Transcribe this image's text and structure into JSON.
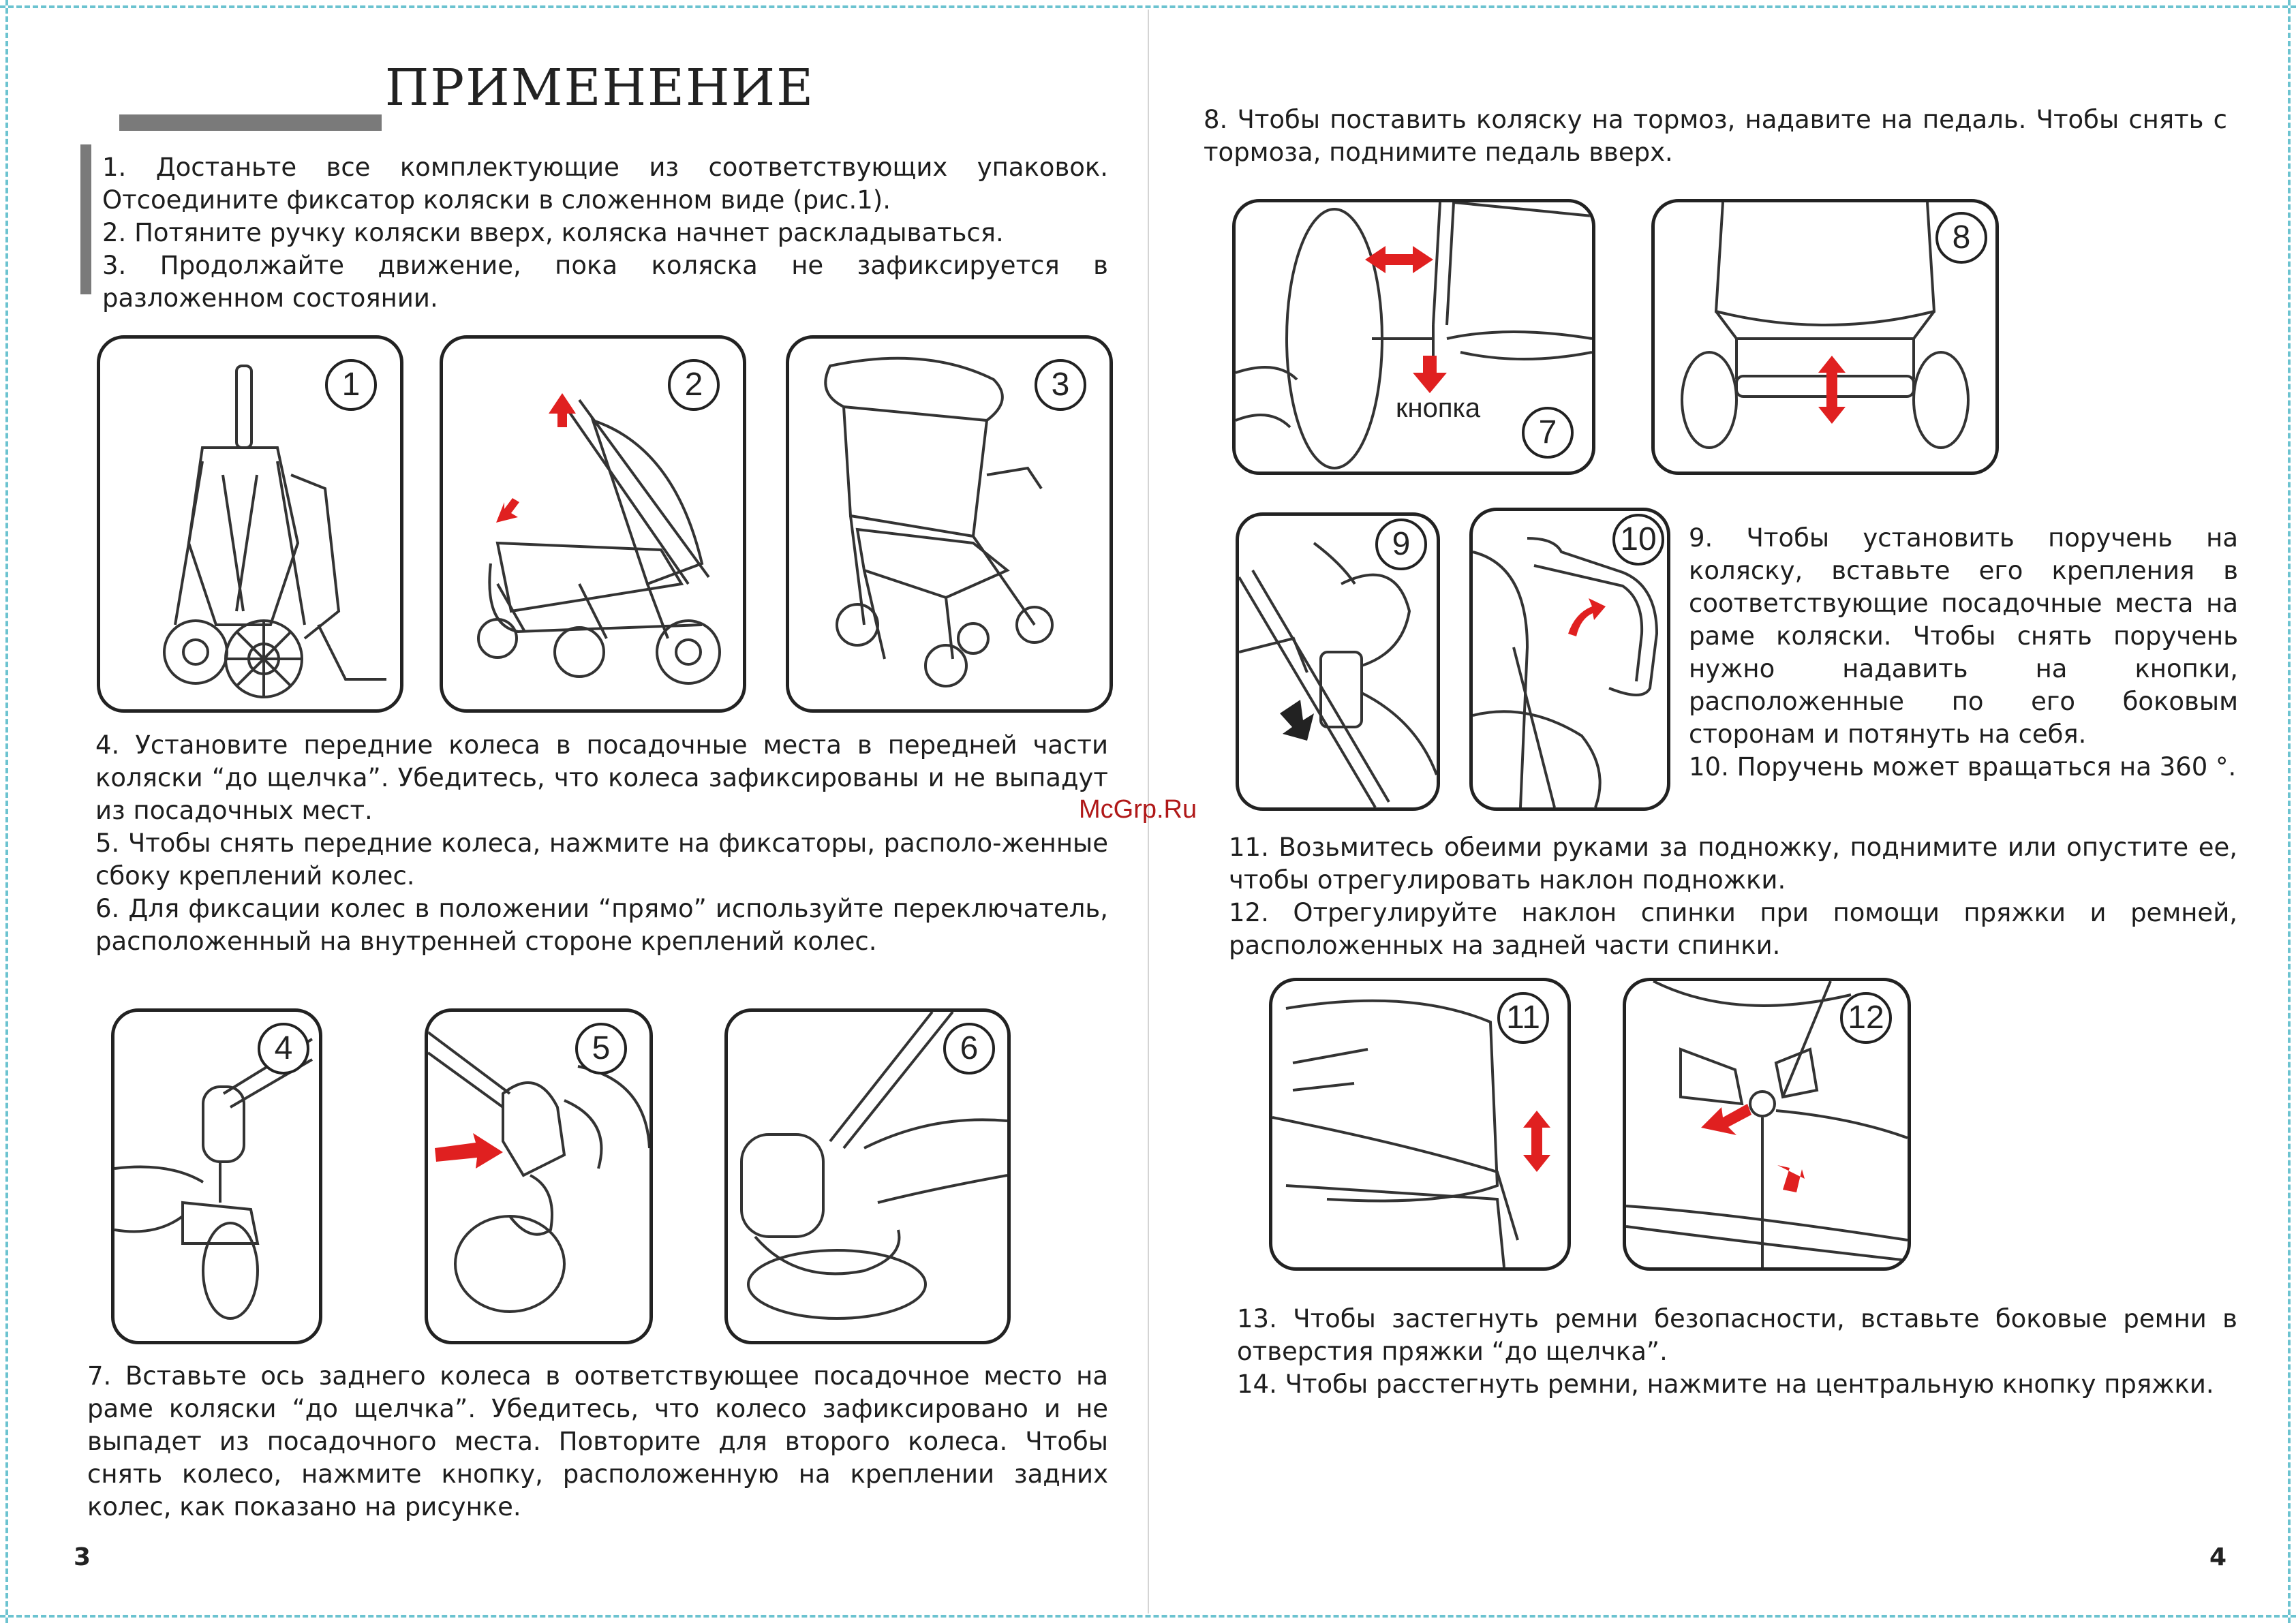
{
  "title": "ПРИМЕНЕНИЕ",
  "left_page": {
    "intro": [
      "1.   Достаньте все комплектующие из соответствующих упаковок. Отсоедините фиксатор коляски в сложенном виде (рис.1).",
      "2.   Потяните ручку коляски вверх, коляска начнет раскладываться.",
      "3.   Продолжайте движение, пока коляска не зафиксируется в разложенном состоянии."
    ],
    "mid": [
      "4.   Установите передние колеса в посадочные места в передней части коляски “до щелчка”. Убедитесь, что колеса зафиксированы и не выпадут из посадочных мест.",
      "5.   Чтобы снять передние колеса, нажмите на фиксаторы, располо-женные сбоку креплений колес.",
      "6.   Для фиксации колес в положении “прямо” используйте переключатель, расположенный на внутренней стороне креплений колес."
    ],
    "bottom": [
      "7. Вставьте ось заднего колеса в оответствующее посадочное место на раме коляски “до щелчка”. Убедитесь, что колесо зафиксировано и не выпадет из посадочного места. Повторите для второго колеса. Чтобы снять колесо, нажмите кнопку, расположенную на креплении задних колес, как показано на рисунке."
    ],
    "page_number": "3"
  },
  "right_page": {
    "top": [
      "8. Чтобы поставить коляску на тормоз, надавите на педаль. Чтобы снять с тормоза, поднимите педаль вверх."
    ],
    "side": [
      "9. Чтобы установить поручень на коляску, вставьте его крепления в соответствующие посадочные места на раме коляски. Чтобы снять поручень нужно надавить на кнопки, расположенные по его боковым сторонам и потянуть на себя.",
      "10. Поручень может вращаться на 360 °."
    ],
    "mid": [
      "11. Возьмитесь обеими руками за подножку, поднимите или опустите ее, чтобы отрегулировать наклон подножки.",
      "12. Отрегулируйте наклон спинки при помощи пряжки и ремней, расположенных на задней части спинки."
    ],
    "bottom": [
      "13. Чтобы застегнуть ремни безопасности, вставьте боковые ремни в отверстия пряжки “до щелчка”.",
      "14. Чтобы расстегнуть ремни, нажмите на центральную кнопку пряжки."
    ],
    "page_number": "4"
  },
  "figures": {
    "f1": "1",
    "f2": "2",
    "f3": "3",
    "f4": "4",
    "f5": "5",
    "f6": "6",
    "f7": "7",
    "f8": "8",
    "f9": "9",
    "f10": "10",
    "f11": "11",
    "f12": "12",
    "knopka": "кнопка"
  },
  "watermark": "McGrp.Ru",
  "colors": {
    "arrow": "#e02020",
    "border": "#6cc3d0"
  }
}
